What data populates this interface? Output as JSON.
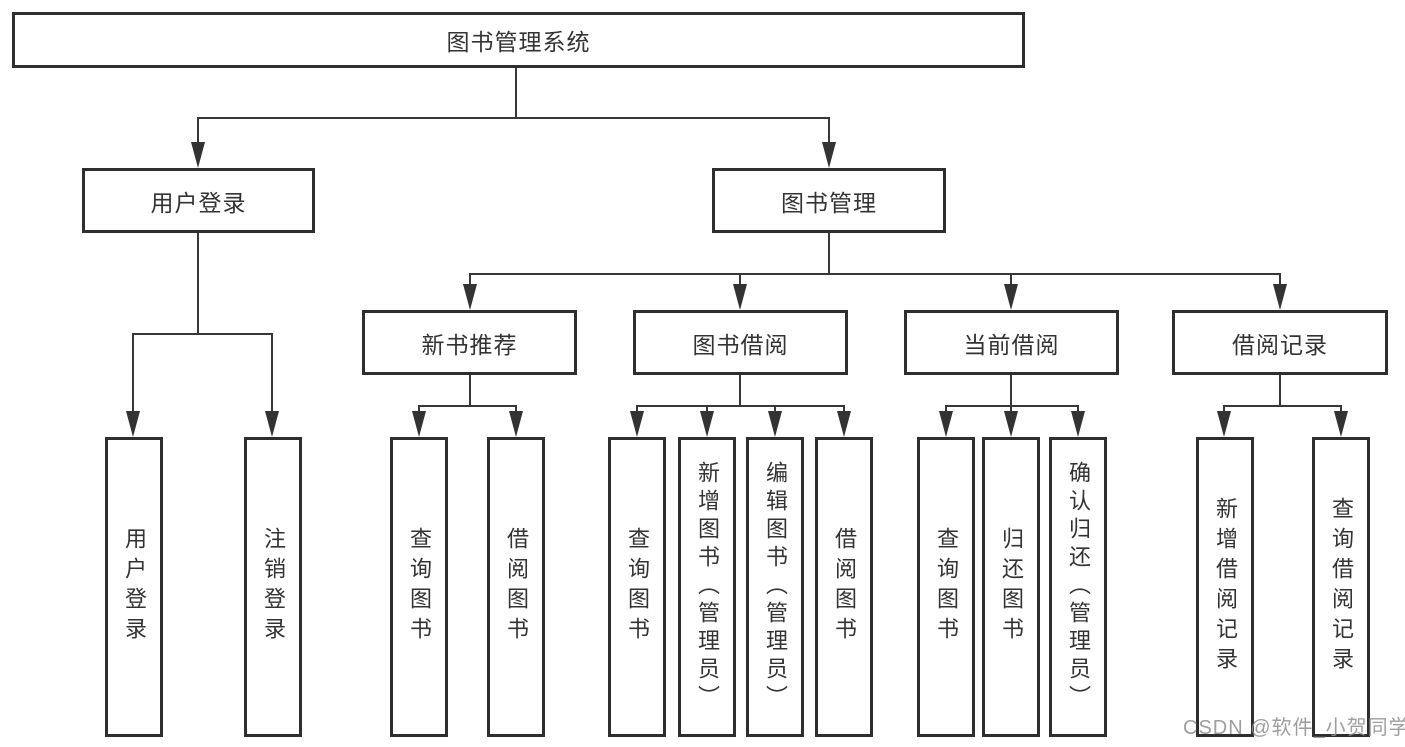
{
  "diagram_title": "图书管理系统",
  "nodes": {
    "root": {
      "label": "图书管理系统"
    },
    "user_login": {
      "label": "用户登录"
    },
    "book_mgmt": {
      "label": "图书管理"
    },
    "login": {
      "label": "用户登录"
    },
    "logout": {
      "label": "注销登录"
    },
    "new_book": {
      "label": "新书推荐"
    },
    "book_borrow": {
      "label": "图书借阅"
    },
    "current_borrow": {
      "label": "当前借阅"
    },
    "borrow_record": {
      "label": "借阅记录"
    },
    "nb_query": {
      "label": "查询图书"
    },
    "nb_borrow": {
      "label": "借阅图书"
    },
    "bb_query": {
      "label": "查询图书"
    },
    "bb_add": {
      "label": "新增图书（管理员）"
    },
    "bb_edit": {
      "label": "编辑图书（管理员）"
    },
    "bb_borrow": {
      "label": "借阅图书"
    },
    "cb_query": {
      "label": "查询图书"
    },
    "cb_return": {
      "label": "归还图书"
    },
    "cb_confirm": {
      "label": "确认归还（管理员）"
    },
    "br_add": {
      "label": "新增借阅记录"
    },
    "br_query": {
      "label": "查询借阅记录"
    }
  },
  "hierarchy": {
    "图书管理系统": {
      "用户登录": [
        "用户登录",
        "注销登录"
      ],
      "图书管理": {
        "新书推荐": [
          "查询图书",
          "借阅图书"
        ],
        "图书借阅": [
          "查询图书",
          "新增图书（管理员）",
          "编辑图书（管理员）",
          "借阅图书"
        ],
        "当前借阅": [
          "查询图书",
          "归还图书",
          "确认归还（管理员）"
        ],
        "借阅记录": [
          "新增借阅记录",
          "查询借阅记录"
        ]
      }
    }
  },
  "watermark": {
    "text": "CSDN @软件_小贺同学"
  },
  "colors": {
    "background": "#ffffff",
    "line": "#373737",
    "border": "#2e2e2e",
    "text": "#333333",
    "watermark": "#919191"
  }
}
